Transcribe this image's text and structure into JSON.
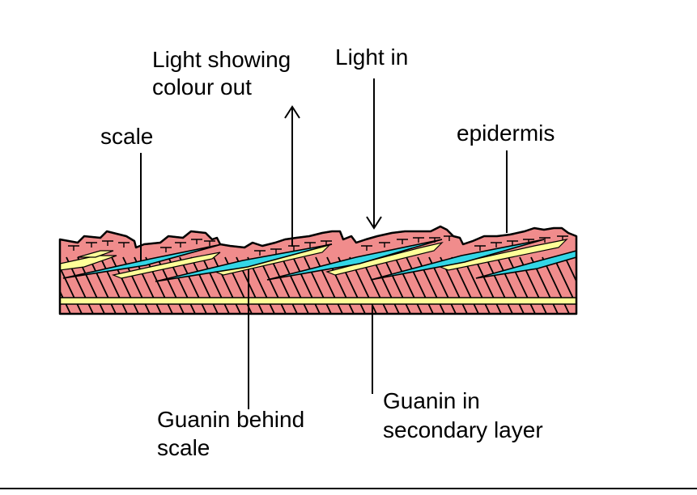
{
  "labels": {
    "light_out": [
      "Light showing",
      "colour out"
    ],
    "light_in": "Light in",
    "scale": "scale",
    "epidermis": "epidermis",
    "guanin_behind": [
      "Guanin behind",
      "scale"
    ],
    "guanin_secondary": [
      "Guanin in",
      "secondary layer"
    ]
  },
  "colors": {
    "tissue": "#f08c8c",
    "guanin": "#ffff99",
    "scale": "#33d6e6",
    "outline": "#000000"
  }
}
